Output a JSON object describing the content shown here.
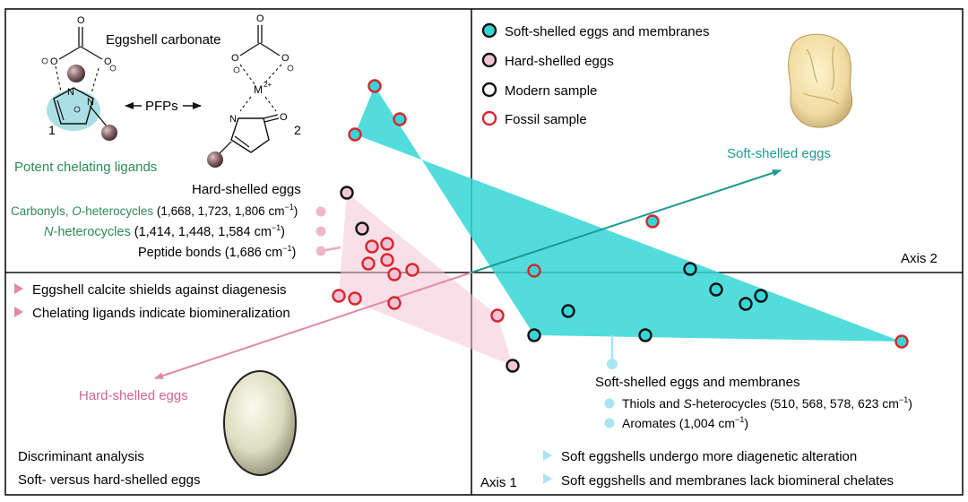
{
  "legend": {
    "items": [
      {
        "label": "Soft-shelled eggs and membranes",
        "fill": "#35d6d6",
        "stroke": "#111111"
      },
      {
        "label": "Hard-shelled eggs",
        "fill": "#f2c4d6",
        "stroke": "#111111"
      },
      {
        "label": "Modern sample",
        "fill": "#ffffff",
        "stroke": "#111111"
      },
      {
        "label": "Fossil sample",
        "fill": "#ffffff",
        "stroke": "#d8262e"
      }
    ]
  },
  "chem": {
    "title": "Eggshell carbonate",
    "arrow_label": "PFPs",
    "num1": "1",
    "num2": "2",
    "caption": "Potent chelating ligands",
    "metal": "M",
    "metal_charge": "2+"
  },
  "hard": {
    "heading": "Hard-shelled eggs",
    "l1_a": "Carbonyls, ",
    "l1_b": "O",
    "l1_c": "-heterocycles",
    "l1_d": " (1,668, 1,723, 1,806 cm",
    "l2_a": "N",
    "l2_b": "-heterocycles",
    "l2_c": " (1,414, 1,448, 1,584 cm",
    "l3": "Peptide bonds (1,686 cm",
    "sup": "−1",
    "close": ")",
    "bullet1": "Eggshell calcite shields against diagenesis",
    "bullet2": "Chelating ligands indicate biomineralization",
    "vector_label": "Hard-shelled eggs"
  },
  "soft": {
    "vector_label": "Soft-shelled eggs",
    "heading": "Soft-shelled eggs and membranes",
    "l1_a": "Thiols and ",
    "l1_b": "S",
    "l1_c": "-heterocycles (510, 568, 578, 623 cm",
    "l2": "Aromates (1,004 cm",
    "sup": "−1",
    "close": ")",
    "bullet1": "Soft eggshells undergo more diagenetic alteration",
    "bullet2": "Soft eggshells and membranes lack biomineral chelates"
  },
  "axes": {
    "axis1": "Axis 1",
    "axis2": "Axis 2"
  },
  "footer": {
    "line1": "Discriminant analysis",
    "line2": "Soft- versus hard-shelled eggs"
  },
  "colors": {
    "soft_fill": "#35d6d6",
    "hard_fill": "#f2c4d6",
    "fossil_stroke": "#d8262e",
    "modern_stroke": "#111111",
    "teal_text": "#1e9a92",
    "green_text": "#2e8a57",
    "pink_text": "#d0658f",
    "soft_bullet": "#a9e5f0",
    "hard_bullet": "#e08aa8"
  },
  "chart_data": {
    "type": "scatter",
    "series": [
      {
        "name": "Soft-shelled eggs and membranes",
        "points": [
          {
            "id": "s1",
            "x": -108,
            "y": 208,
            "sample": "fossil"
          },
          {
            "id": "s2",
            "x": -80,
            "y": 171,
            "sample": "fossil"
          },
          {
            "id": "s3",
            "x": -130,
            "y": 154,
            "sample": "fossil"
          },
          {
            "id": "s4",
            "x": 202,
            "y": 57,
            "sample": "fossil"
          },
          {
            "id": "s5",
            "x": 70,
            "y": 2,
            "sample": "fossil"
          },
          {
            "id": "s6",
            "x": 244,
            "y": 4,
            "sample": "modern"
          },
          {
            "id": "s7",
            "x": 273,
            "y": -19,
            "sample": "modern"
          },
          {
            "id": "s8",
            "x": 323,
            "y": -26,
            "sample": "modern"
          },
          {
            "id": "s9",
            "x": 306,
            "y": -35,
            "sample": "modern"
          },
          {
            "id": "s10",
            "x": 108,
            "y": -43,
            "sample": "modern"
          },
          {
            "id": "s11",
            "x": 70,
            "y": -70,
            "sample": "modern"
          },
          {
            "id": "s12",
            "x": 194,
            "y": -70,
            "sample": "modern"
          },
          {
            "id": "s13",
            "x": 480,
            "y": -77,
            "sample": "fossil"
          }
        ]
      },
      {
        "name": "Hard-shelled eggs",
        "points": [
          {
            "id": "h1",
            "x": -139,
            "y": 89,
            "sample": "modern"
          },
          {
            "id": "h2",
            "x": -122,
            "y": 49,
            "sample": "modern"
          },
          {
            "id": "h3",
            "x": -94,
            "y": 32,
            "sample": "fossil"
          },
          {
            "id": "h4",
            "x": -111,
            "y": 29,
            "sample": "fossil"
          },
          {
            "id": "h5",
            "x": -94,
            "y": 14,
            "sample": "fossil"
          },
          {
            "id": "h6",
            "x": -115,
            "y": 10,
            "sample": "fossil"
          },
          {
            "id": "h7",
            "x": -66,
            "y": 3,
            "sample": "fossil"
          },
          {
            "id": "h8",
            "x": -86,
            "y": -2,
            "sample": "fossil"
          },
          {
            "id": "h9",
            "x": -148,
            "y": -26,
            "sample": "fossil"
          },
          {
            "id": "h10",
            "x": -130,
            "y": -29,
            "sample": "fossil"
          },
          {
            "id": "h11",
            "x": -86,
            "y": -34,
            "sample": "fossil"
          },
          {
            "id": "h12",
            "x": 29,
            "y": -48,
            "sample": "fossil"
          },
          {
            "id": "h13",
            "x": 46,
            "y": -104,
            "sample": "modern"
          }
        ]
      }
    ],
    "hulls": [
      {
        "series": "Soft-shelled eggs and membranes",
        "points": [
          "s1",
          "s3",
          "s13",
          "s11"
        ]
      },
      {
        "series": "Hard-shelled eggs",
        "points": [
          "h1",
          "h9",
          "h13",
          "h12"
        ]
      }
    ],
    "vectors": [
      {
        "name": "Soft-shelled eggs",
        "x": 345,
        "y": 114
      },
      {
        "name": "Hard-shelled eggs",
        "x": -353,
        "y": -118
      }
    ],
    "xlabel": "Axis 1",
    "ylabel": "Axis 2"
  }
}
